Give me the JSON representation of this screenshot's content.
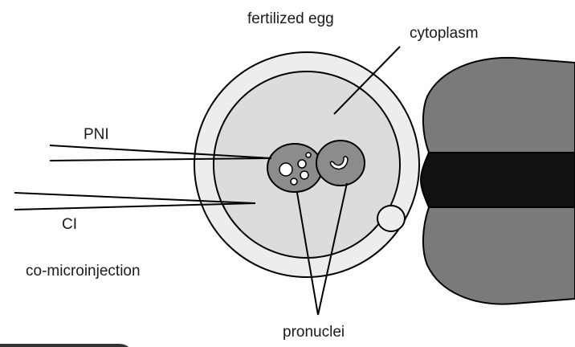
{
  "labels": {
    "title": "fertilized egg",
    "cytoplasm": "cytoplasm",
    "pni": "PNI",
    "ci": "CI",
    "co_microinjection": "co-microinjection",
    "pronuclei": "pronuclei"
  },
  "colors": {
    "zona_fill": "#ededed",
    "cytoplasm_fill": "#dcdcdc",
    "pronucleus_fill": "#8c8c8c",
    "holding_pipette_outer": "#7a7a7a",
    "holding_pipette_inner": "#111111",
    "outline": "#000000"
  }
}
